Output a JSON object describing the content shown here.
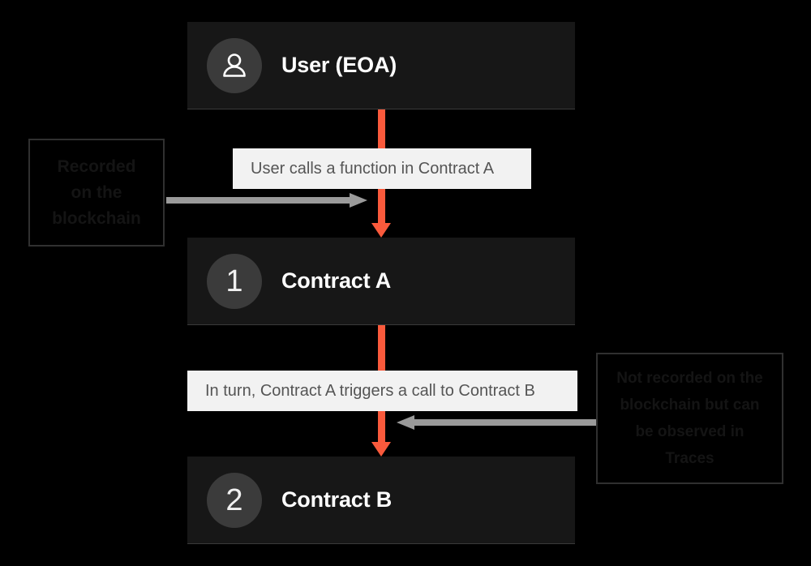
{
  "diagram": {
    "background_color": "#000000",
    "accent_color": "#fa5a3c",
    "nodes": [
      {
        "id": "user",
        "icon": "person-icon",
        "badge": "",
        "title": "User (EOA)"
      },
      {
        "id": "contract-a",
        "icon": "",
        "badge": "1",
        "title": "Contract A"
      },
      {
        "id": "contract-b",
        "icon": "",
        "badge": "2",
        "title": "Contract B"
      }
    ],
    "edge_labels": [
      {
        "id": "call-a",
        "text": "User calls a function in Contract A"
      },
      {
        "id": "call-b",
        "text": "In turn, Contract A triggers a call to Contract B"
      }
    ],
    "annotations": [
      {
        "id": "left",
        "lines": [
          "Recorded",
          "on the",
          "blockchain"
        ]
      },
      {
        "id": "right",
        "lines": [
          "Not recorded on the",
          "blockchain but can",
          "be observed in",
          "Traces"
        ]
      }
    ]
  }
}
